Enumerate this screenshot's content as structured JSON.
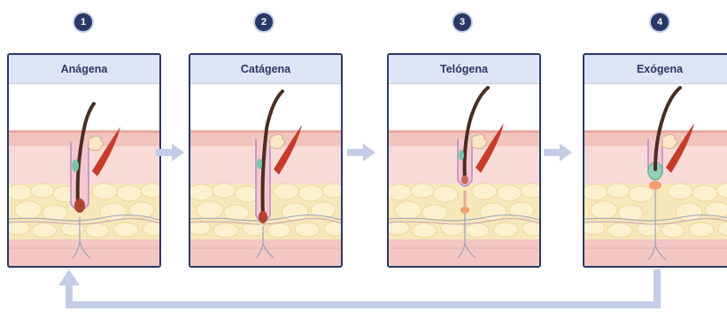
{
  "stages": [
    {
      "number": "1",
      "label": "Anágena"
    },
    {
      "number": "2",
      "label": "Catágena"
    },
    {
      "number": "3",
      "label": "Telógena"
    },
    {
      "number": "4",
      "label": "Exógena"
    }
  ],
  "colors": {
    "badge": "#2a3867",
    "header": "#dde6f5",
    "dermis": "#f8d6d2",
    "fat": "#f6e7b0",
    "hair": "#4a2e22",
    "arrow": "#c3cde3"
  }
}
